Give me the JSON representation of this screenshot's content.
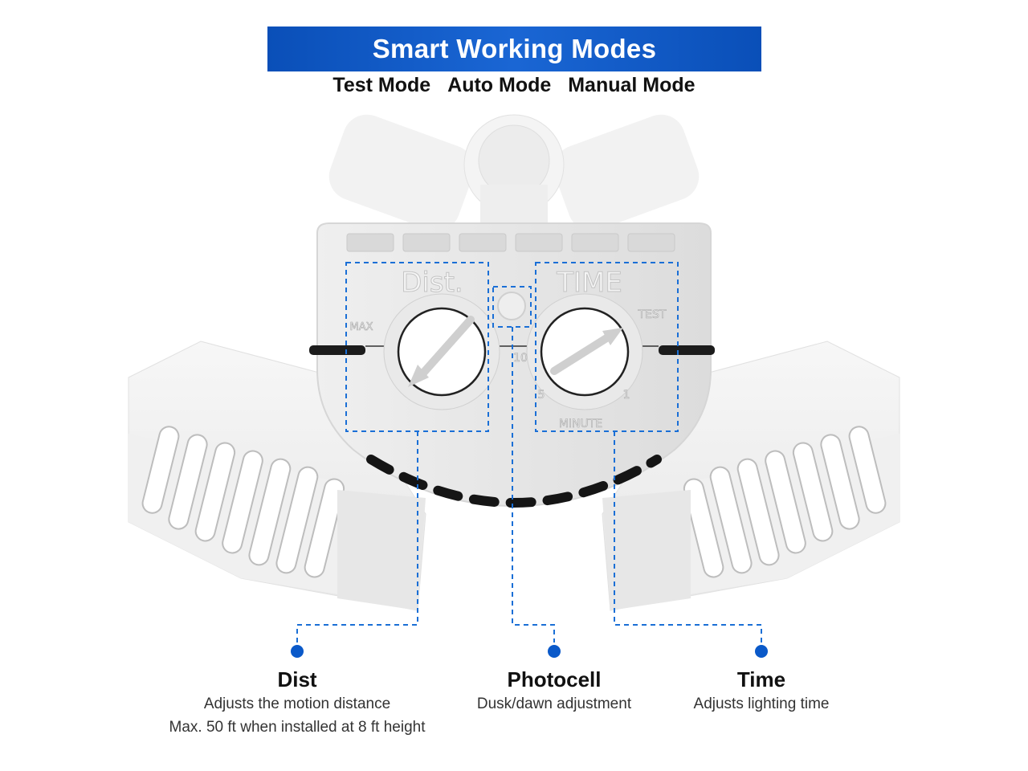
{
  "banner": {
    "title": "Smart Working Modes"
  },
  "modes": [
    "Test Mode",
    "Auto Mode",
    "Manual Mode"
  ],
  "device": {
    "dist_label": "Dist.",
    "time_label": "TIME",
    "max_label": "MAX",
    "test_label": "TEST",
    "minute_label": "MINUTE",
    "tick_10": "10",
    "tick_5": "5",
    "tick_1": "1"
  },
  "features": [
    {
      "title": "Dist",
      "desc": [
        "Adjusts the motion distance",
        "Max. 50 ft when installed at 8 ft height"
      ]
    },
    {
      "title": "Photocell",
      "desc": [
        "Dusk/dawn adjustment"
      ]
    },
    {
      "title": "Time",
      "desc": [
        "Adjusts lighting time"
      ]
    }
  ],
  "colors": {
    "accent": "#0a59c9",
    "callout": "#1a6fd6"
  }
}
